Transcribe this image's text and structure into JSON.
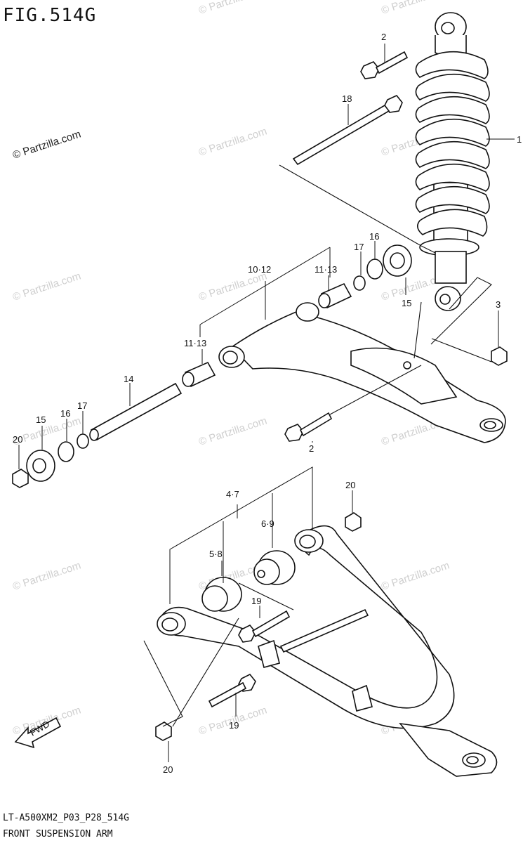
{
  "figure": {
    "title": "FIG.514G",
    "code": "LT-A500XM2_P03_P28_514G",
    "name": "FRONT SUSPENSION ARM",
    "watermark": "© Partzilla.com",
    "fwd_label": "FWD"
  },
  "callouts": [
    {
      "id": "1",
      "label": "1"
    },
    {
      "id": "2a",
      "label": "2"
    },
    {
      "id": "2b",
      "label": "2"
    },
    {
      "id": "3",
      "label": "3"
    },
    {
      "id": "4-7",
      "label": "4·7"
    },
    {
      "id": "5-8",
      "label": "5·8"
    },
    {
      "id": "6-9",
      "label": "6·9"
    },
    {
      "id": "10-12",
      "label": "10·12"
    },
    {
      "id": "11-13a",
      "label": "11·13"
    },
    {
      "id": "11-13b",
      "label": "11·13"
    },
    {
      "id": "14",
      "label": "14"
    },
    {
      "id": "15a",
      "label": "15"
    },
    {
      "id": "15b",
      "label": "15"
    },
    {
      "id": "16a",
      "label": "16"
    },
    {
      "id": "16b",
      "label": "16"
    },
    {
      "id": "17a",
      "label": "17"
    },
    {
      "id": "17b",
      "label": "17"
    },
    {
      "id": "18",
      "label": "18"
    },
    {
      "id": "19a",
      "label": "19"
    },
    {
      "id": "19b",
      "label": "19"
    },
    {
      "id": "20a",
      "label": "20"
    },
    {
      "id": "20b",
      "label": "20"
    },
    {
      "id": "20c",
      "label": "20"
    }
  ]
}
